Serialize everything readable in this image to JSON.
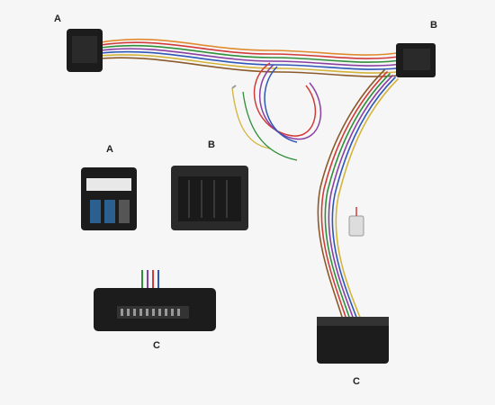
{
  "labels": {
    "a_top": "A",
    "b_top": "B",
    "a_inset": "A",
    "b_inset": "B",
    "c_inset": "C",
    "c_bottom": "C"
  },
  "colors": {
    "background": "#f6f6f6",
    "connector_body": "#1c1c1c",
    "connector_blue": "#2b5f8f",
    "wire_red": "#d23b3b",
    "wire_green": "#2f8f3a",
    "wire_purple": "#8a3fa3",
    "wire_blue": "#2f57b8",
    "wire_yellow": "#d4b43a",
    "wire_orange": "#e08a2e",
    "wire_brown": "#8b5a2b",
    "wire_white": "#e8e8e8",
    "wire_black": "#222222"
  }
}
